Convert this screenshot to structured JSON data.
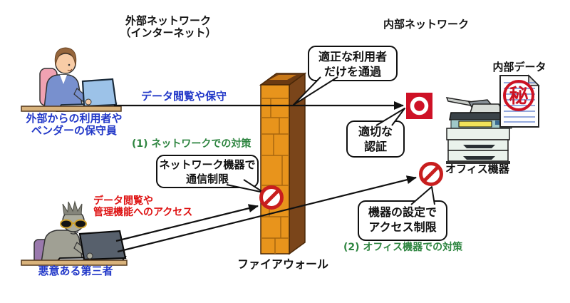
{
  "titles": {
    "external_network": [
      "外部ネットワーク",
      "（インターネット）"
    ],
    "internal_network": "内部ネットワーク"
  },
  "actors": {
    "external_user": [
      "外部からの利用者や",
      "ベンダーの保守員"
    ],
    "malicious_third_party": "悪意ある第三者"
  },
  "data_flows": {
    "legitimate_access": "データ閲覧や保守",
    "malicious_access": [
      "データ閲覧や",
      "管理機能へのアクセス"
    ]
  },
  "callouts": {
    "firewall_pass": [
      "適正な利用者",
      "だけを通過"
    ],
    "authentication": [
      "適切な",
      "認証"
    ],
    "network_restriction": [
      "ネットワーク機器で",
      "通信制限"
    ],
    "device_restriction": [
      "機器の設定で",
      "アクセス制限"
    ]
  },
  "countermeasures": {
    "network": "(1) ネットワークでの対策",
    "office_device": "(2) オフィス機器での対策"
  },
  "labels": {
    "firewall": "ファイアウォール",
    "office_equipment": "オフィス機器",
    "internal_data": "内部データ",
    "confidential_stamp": "秘"
  },
  "icons": {
    "pass": "pass-icon",
    "block_network": "prohibition-icon",
    "block_device": "prohibition-icon"
  },
  "colors": {
    "blue_text": "#2238C8",
    "red_text": "#DE1010",
    "green_text": "#2E8540",
    "firewall_front": "#E8941C",
    "firewall_side": "#7A451A",
    "firewall_top": "#6B3A12",
    "prohibition_red": "#C81E1E",
    "pass_icon_red": "#CE1126",
    "desk_tan": "#D9B37C",
    "stamp_red": "#CC1122",
    "laptop_blue": "#9CC2E8"
  }
}
